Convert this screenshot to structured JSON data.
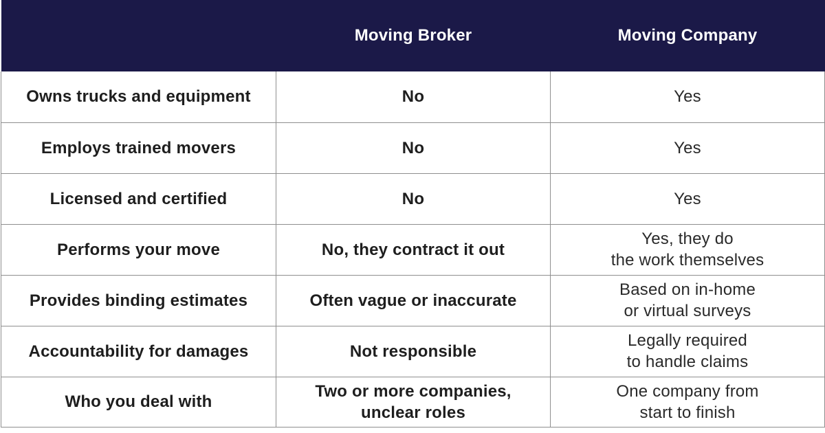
{
  "header": {
    "col1": "",
    "col2": "Moving Broker",
    "col3": "Moving Company"
  },
  "rows": [
    {
      "feature": "Owns trucks and equipment",
      "broker": [
        "No"
      ],
      "company": [
        "Yes"
      ]
    },
    {
      "feature": "Employs trained movers",
      "broker": [
        "No"
      ],
      "company": [
        "Yes"
      ]
    },
    {
      "feature": "Licensed and certified",
      "broker": [
        "No"
      ],
      "company": [
        "Yes"
      ]
    },
    {
      "feature": "Performs your move",
      "broker": [
        "No, they contract it out"
      ],
      "company": [
        "Yes, they do",
        "the work themselves"
      ]
    },
    {
      "feature": "Provides binding estimates",
      "broker": [
        "Often vague or inaccurate"
      ],
      "company": [
        "Based on in-home",
        "or virtual surveys"
      ]
    },
    {
      "feature": "Accountability for damages",
      "broker": [
        "Not responsible"
      ],
      "company": [
        "Legally required",
        "to handle claims"
      ]
    },
    {
      "feature": "Who you deal with",
      "broker": [
        "Two or more companies,",
        "unclear roles"
      ],
      "company": [
        "One company from",
        "start to finish"
      ]
    }
  ],
  "colors": {
    "header_background": "#1b1948",
    "header_text": "#ffffff",
    "grid_lines": "#8e8e8e",
    "body_text": "#1e1e1e"
  }
}
